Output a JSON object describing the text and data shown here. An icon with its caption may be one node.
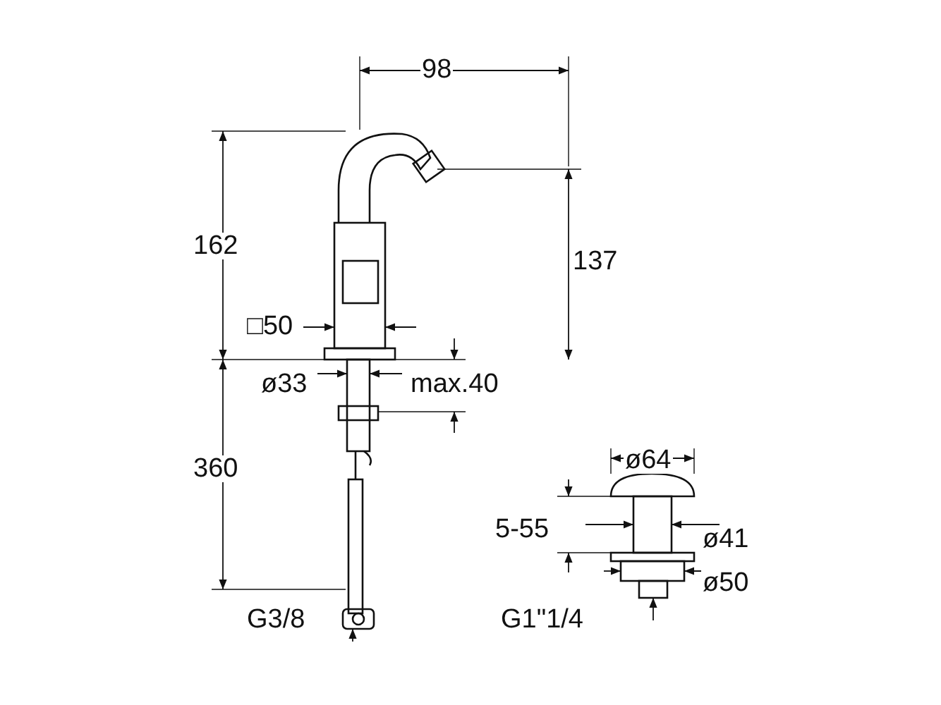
{
  "diagram": {
    "labels": [
      "98",
      "162",
      "137",
      "□50",
      "ø33",
      "max.40",
      "360",
      "G3/8",
      "ø64",
      "5-55",
      "ø41",
      "ø50",
      "G1\"1/4"
    ]
  }
}
